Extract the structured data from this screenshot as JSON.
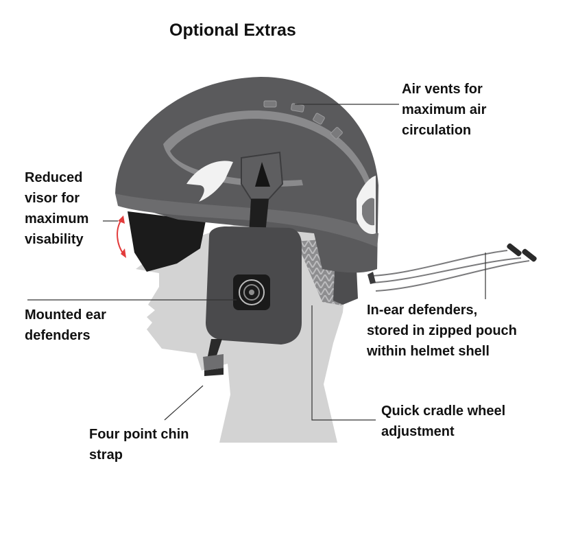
{
  "title": "Optional Extras",
  "callouts": {
    "air_vents": {
      "lines": [
        "Air vents for",
        "maximum air",
        "circulation"
      ]
    },
    "reduced_visor": {
      "lines": [
        "Reduced",
        "visor for",
        "maximum",
        "visability"
      ]
    },
    "mounted_ear": {
      "lines": [
        "Mounted ear",
        "defenders"
      ]
    },
    "in_ear": {
      "lines": [
        "In-ear defenders,",
        "stored in zipped pouch",
        "within helmet shell"
      ]
    },
    "quick_cradle": {
      "lines": [
        "Quick cradle wheel",
        "adjustment"
      ]
    },
    "chin_strap": {
      "lines": [
        "Four point chin",
        "strap"
      ]
    }
  },
  "colors": {
    "helmet_shell": "#5a5a5c",
    "helmet_stripe": "#8a8a8c",
    "visor": "#1b1b1b",
    "ear_defender": "#4a4a4c",
    "head_silhouette": "#d3d3d3",
    "leader_line": "#333333",
    "visor_arrow": "#e23b3b"
  }
}
